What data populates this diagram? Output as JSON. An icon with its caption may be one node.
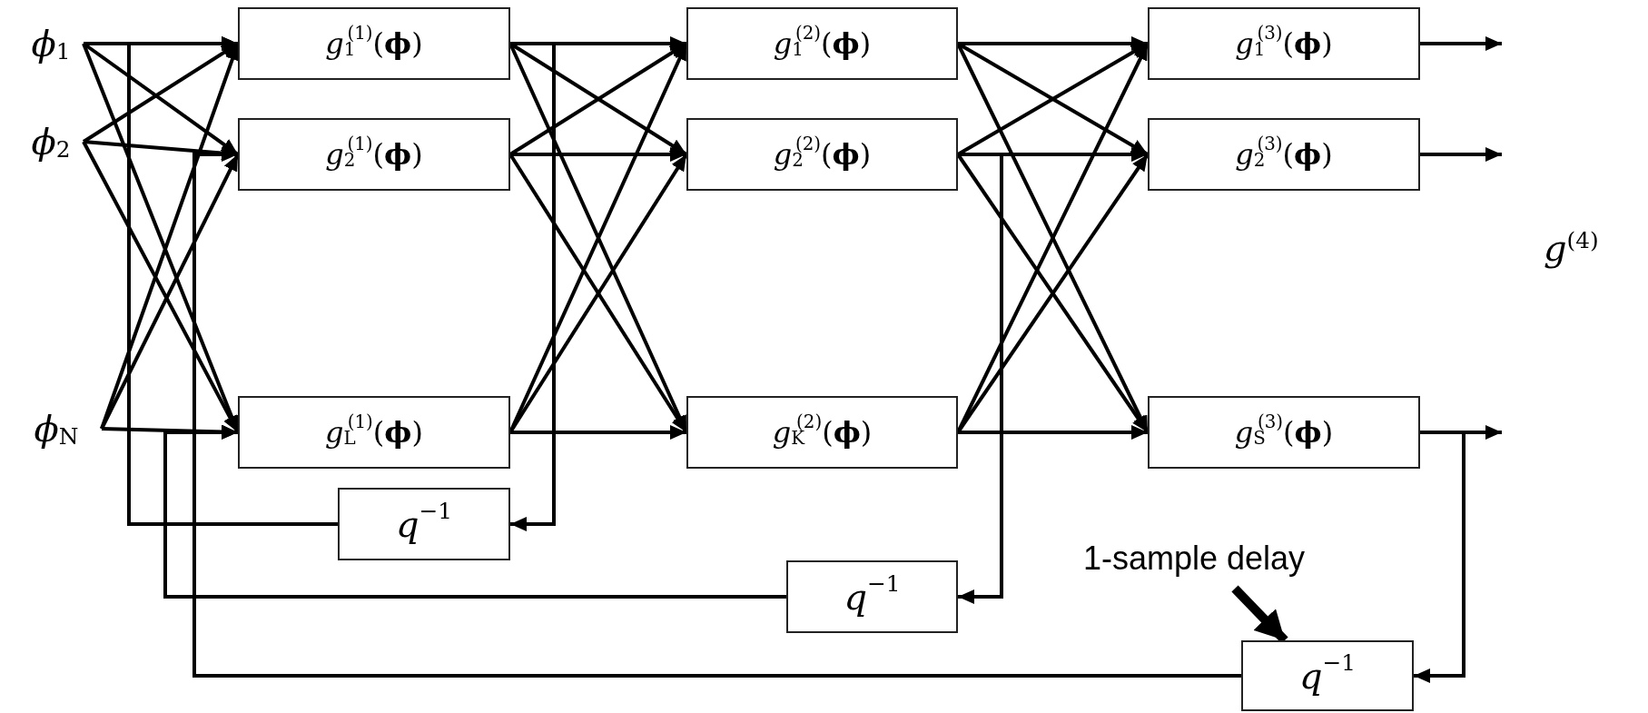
{
  "diagram": {
    "nodes": [
      {
        "text": [
          "*ϕ*$_{1}$"
        ]
      },
      {
        "text": [
          "*ϕ*$_{2}$"
        ]
      },
      {
        "text": [
          "*ϕ*$_{N}$"
        ]
      },
      {
        "text": [
          "*g*$_{1}$$^{(1)}$(**ϕ**)"
        ]
      },
      {
        "text": [
          "*g*$_{2}$$^{(1)}$(**ϕ**)"
        ]
      },
      {
        "text": [
          "*g*$_{L}$$^{(1)}$(**ϕ**)"
        ]
      },
      {
        "text": [
          "*g*$_{1}$$^{(2)}$(**ϕ**)"
        ]
      },
      {
        "text": [
          "*g*$_{2}$$^{(2)}$(**ϕ**)"
        ]
      },
      {
        "text": [
          "*g*$_{K}$$^{(2)}$(**ϕ**)"
        ]
      },
      {
        "text": [
          "*g*$_{1}$$^{(3)}$(**ϕ**)"
        ]
      },
      {
        "text": [
          "*g*$_{2}$$^{(3)}$(**ϕ**)"
        ]
      },
      {
        "text": [
          "*g*$_{S}$$^{(3)}$(**ϕ**)"
        ]
      },
      {
        "text": [
          "*q*$^{−1}$"
        ]
      },
      {
        "text": [
          "*q*$^{−1}$"
        ]
      },
      {
        "text": [
          "*q*$^{−1}$"
        ]
      },
      {
        "text": [
          "1-sample delay"
        ]
      }
    ],
    "edges": [
      {
        "from": 0,
        "to": 3,
        "arrow": "to"
      },
      {
        "from": 0,
        "to": 4,
        "arrow": "to"
      },
      {
        "from": 0,
        "to": 5,
        "arrow": "to"
      },
      {
        "from": 1,
        "to": 3,
        "arrow": "to"
      },
      {
        "from": 1,
        "to": 4,
        "arrow": "to"
      },
      {
        "from": 1,
        "to": 5,
        "arrow": "to"
      },
      {
        "from": 2,
        "to": 3,
        "arrow": "to"
      },
      {
        "from": 2,
        "to": 4,
        "arrow": "to"
      },
      {
        "from": 2,
        "to": 5,
        "arrow": "to"
      },
      {
        "from": 3,
        "to": 6,
        "arrow": "to"
      },
      {
        "from": 3,
        "to": 7,
        "arrow": "to"
      },
      {
        "from": 3,
        "to": 8,
        "arrow": "to"
      },
      {
        "from": 4,
        "to": 6,
        "arrow": "to"
      },
      {
        "from": 4,
        "to": 7,
        "arrow": "to"
      },
      {
        "from": 4,
        "to": 8,
        "arrow": "to"
      },
      {
        "from": 5,
        "to": 6,
        "arrow": "to"
      },
      {
        "from": 5,
        "to": 7,
        "arrow": "to"
      },
      {
        "from": 5,
        "to": 8,
        "arrow": "to"
      },
      {
        "from": 6,
        "to": 9,
        "arrow": "to"
      },
      {
        "from": 6,
        "to": 10,
        "arrow": "to"
      },
      {
        "from": 6,
        "to": 11,
        "arrow": "to"
      },
      {
        "from": 7,
        "to": 9,
        "arrow": "to"
      },
      {
        "from": 7,
        "to": 10,
        "arrow": "to"
      },
      {
        "from": 7,
        "to": 11,
        "arrow": "to"
      },
      {
        "from": 8,
        "to": 9,
        "arrow": "to"
      },
      {
        "from": 8,
        "to": 10,
        "arrow": "to"
      },
      {
        "from": 8,
        "to": 11,
        "arrow": "to"
      },
      {
        "from": 9,
        "to": null,
        "arrow": "to"
      },
      {
        "from": 10,
        "to": null,
        "arrow": "to"
      },
      {
        "from": 11,
        "to": null,
        "arrow": "to"
      },
      {
        "from": 3,
        "to": 12,
        "arrow": "to"
      },
      {
        "from": 12,
        "to": 3,
        "arrow": "to"
      },
      {
        "from": 7,
        "to": 13,
        "arrow": "to"
      },
      {
        "from": 13,
        "to": 5,
        "arrow": "to"
      },
      {
        "from": 11,
        "to": 14,
        "arrow": "to"
      },
      {
        "from": 14,
        "to": 4,
        "arrow": "to"
      },
      {
        "from": 15,
        "to": 14,
        "arrow": "to",
        "style": "thick"
      }
    ],
    "labels": [
      "*g*$^{(4)}$"
    ]
  }
}
